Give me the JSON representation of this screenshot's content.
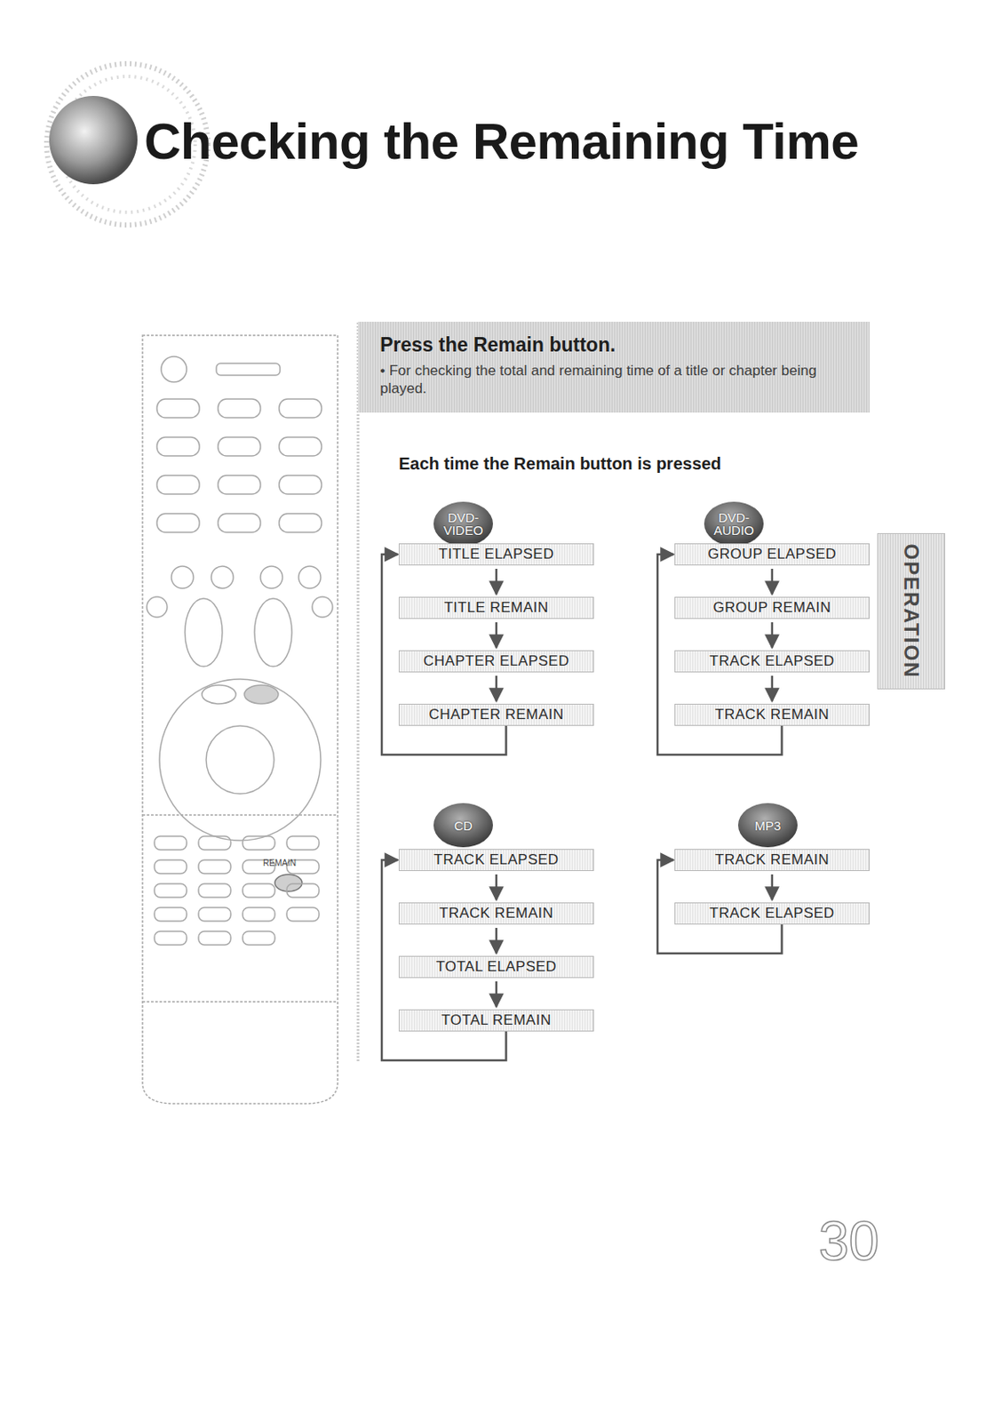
{
  "diagram": {
    "title": "Checking the Remaining Time",
    "nodes": [
      {
        "text": [
          "Press the Remain button.",
          "• For checking the total and remaining time of a title or chapter being played."
        ]
      },
      {
        "text": [
          "DVD- VIDEO"
        ]
      },
      {
        "text": [
          "TITLE ELAPSED"
        ]
      },
      {
        "text": [
          "TITLE REMAIN"
        ]
      },
      {
        "text": [
          "CHAPTER ELAPSED"
        ]
      },
      {
        "text": [
          "CHAPTER REMAIN"
        ]
      },
      {
        "text": [
          "DVD- AUDIO"
        ]
      },
      {
        "text": [
          "GROUP ELAPSED"
        ]
      },
      {
        "text": [
          "GROUP REMAIN"
        ]
      },
      {
        "text": [
          "TRACK ELAPSED"
        ]
      },
      {
        "text": [
          "TRACK REMAIN"
        ]
      },
      {
        "text": [
          "CD"
        ]
      },
      {
        "text": [
          "TRACK ELAPSED"
        ]
      },
      {
        "text": [
          "TRACK REMAIN"
        ]
      },
      {
        "text": [
          "TOTAL ELAPSED"
        ]
      },
      {
        "text": [
          "TOTAL REMAIN"
        ]
      },
      {
        "text": [
          "MP3"
        ]
      },
      {
        "text": [
          "TRACK REMAIN"
        ]
      },
      {
        "text": [
          "TRACK ELAPSED"
        ]
      },
      {
        "text": [
          "OPERATION"
        ]
      }
    ],
    "edges": [
      {
        "from": 2,
        "to": 3,
        "arrow": "to"
      },
      {
        "from": 3,
        "to": 4,
        "arrow": "to"
      },
      {
        "from": 4,
        "to": 5,
        "arrow": "to"
      },
      {
        "from": 5,
        "to": 2,
        "arrow": "to"
      },
      {
        "from": 7,
        "to": 8,
        "arrow": "to"
      },
      {
        "from": 8,
        "to": 9,
        "arrow": "to"
      },
      {
        "from": 9,
        "to": 10,
        "arrow": "to"
      },
      {
        "from": 10,
        "to": 7,
        "arrow": "to"
      },
      {
        "from": 12,
        "to": 13,
        "arrow": "to"
      },
      {
        "from": 13,
        "to": 14,
        "arrow": "to"
      },
      {
        "from": 14,
        "to": 15,
        "arrow": "to"
      },
      {
        "from": 15,
        "to": 12,
        "arrow": "to"
      },
      {
        "from": 17,
        "to": 18,
        "arrow": "to"
      },
      {
        "from": 18,
        "to": 17,
        "arrow": "to"
      }
    ],
    "labels": [
      "Each time the Remain button is pressed",
      "REMAIN",
      "30"
    ]
  }
}
